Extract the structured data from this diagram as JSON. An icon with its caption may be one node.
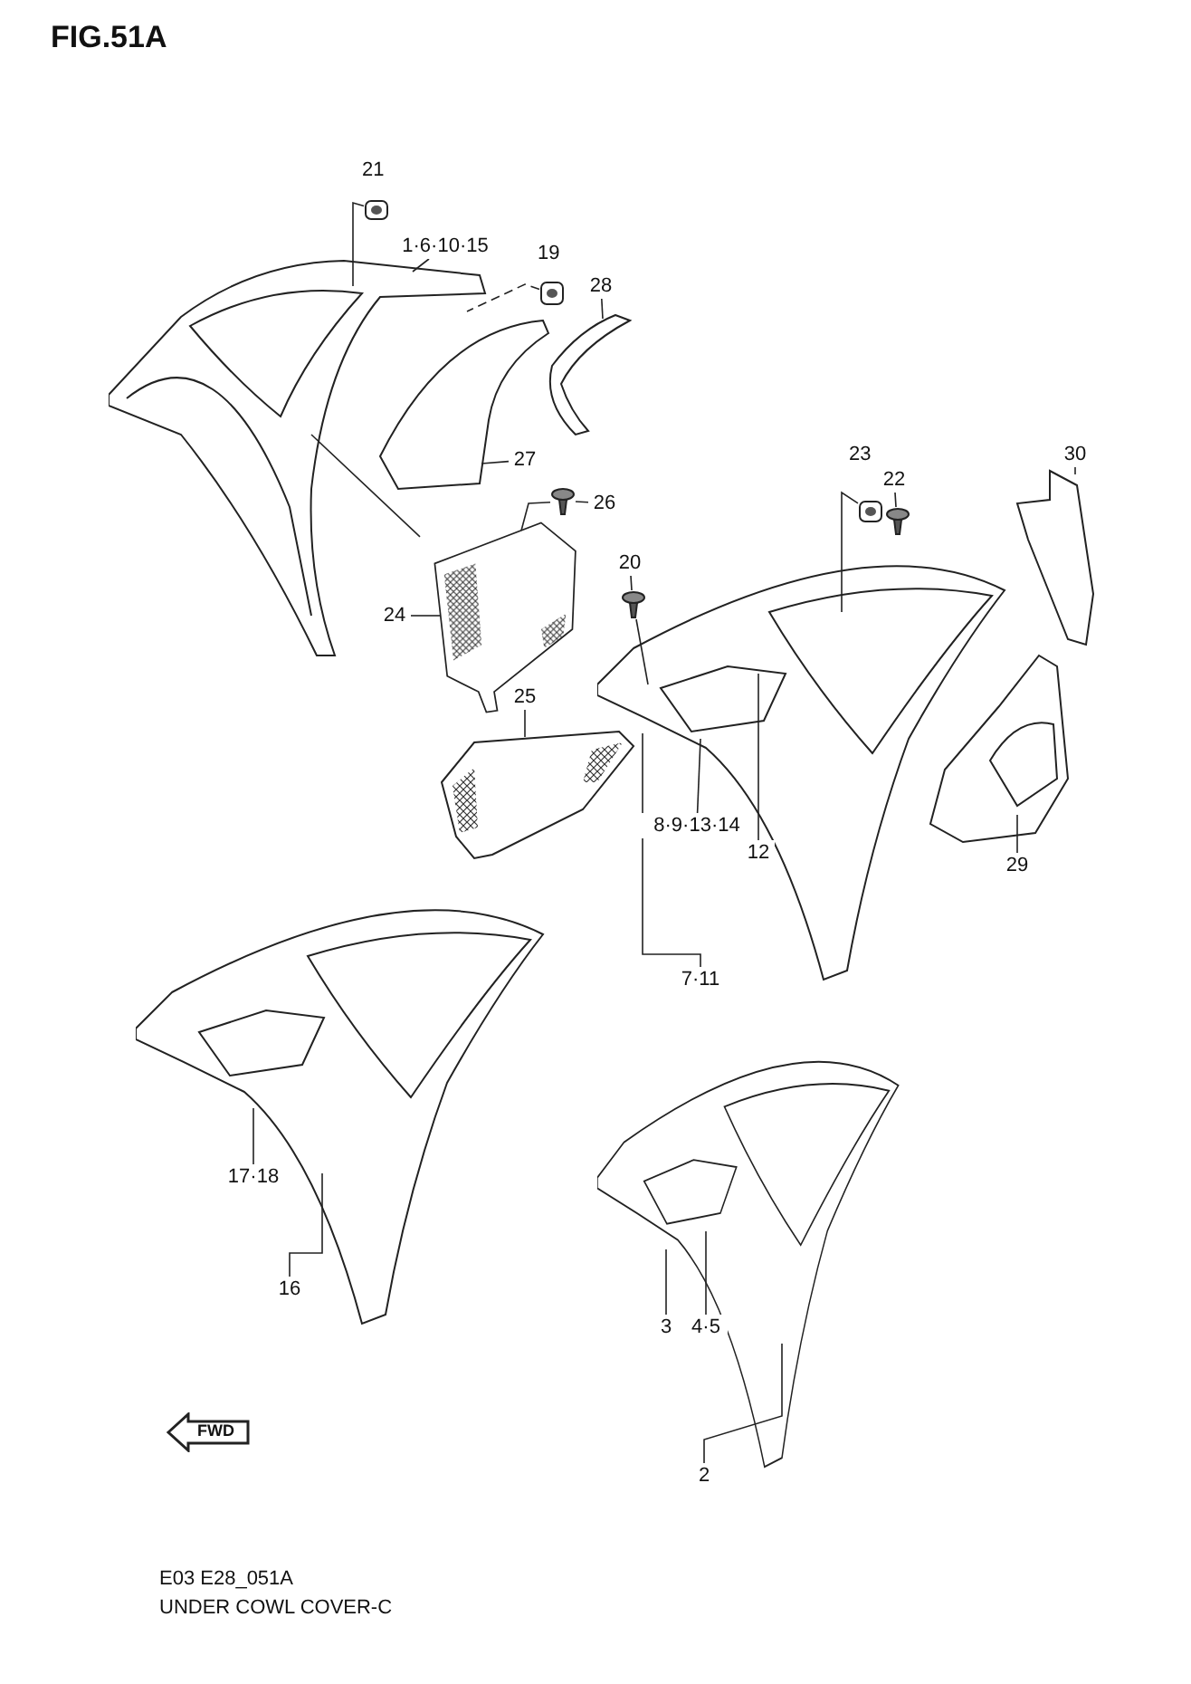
{
  "diagram": {
    "title": "FIG.51A",
    "caption": "UNDER COWL COVER-C",
    "nodes": [
      {
        "text": [
          "1·6·10·15"
        ]
      },
      {
        "text": [
          "28"
        ]
      },
      {
        "text": [
          "27"
        ]
      },
      {
        "text": [
          "26"
        ]
      },
      {
        "text": [
          "24"
        ]
      },
      {
        "text": [
          "20"
        ]
      },
      {
        "text": [
          "22"
        ]
      },
      {
        "text": [
          "30"
        ]
      },
      {
        "text": [
          "25"
        ]
      },
      {
        "text": [
          "8·9·13·14"
        ]
      },
      {
        "text": [
          "12"
        ]
      },
      {
        "text": [
          "29"
        ]
      },
      {
        "text": [
          "7·11"
        ]
      },
      {
        "text": [
          "17·18"
        ]
      },
      {
        "text": [
          "16"
        ]
      },
      {
        "text": [
          "3"
        ]
      },
      {
        "text": [
          "4·5"
        ]
      },
      {
        "text": [
          "2"
        ]
      },
      {
        "text": [],
        "shape": "picture"
      },
      {
        "text": [],
        "shape": "picture"
      },
      {
        "text": [],
        "shape": "picture"
      },
      {
        "text": [],
        "shape": "picture"
      },
      {
        "text": [],
        "shape": "picture"
      },
      {
        "text": [],
        "shape": "picture"
      },
      {
        "text": [],
        "shape": "picture"
      },
      {
        "text": [],
        "shape": "picture"
      },
      {
        "text": [],
        "shape": "picture"
      },
      {
        "text": [],
        "shape": "picture"
      },
      {
        "text": [],
        "shape": "picture"
      },
      {
        "text": [],
        "shape": "picture"
      },
      {
        "text": [],
        "shape": "picture"
      },
      {
        "text": [],
        "shape": "picture"
      },
      {
        "text": [],
        "shape": "picture"
      },
      {
        "text": [],
        "shape": "picture"
      }
    ],
    "edges": [
      {
        "from": 18,
        "to": 19,
        "arrow": "none"
      },
      {
        "from": 0,
        "to": 19,
        "arrow": "none"
      },
      {
        "from": 20,
        "to": 19,
        "arrow": "none",
        "style": "dashed"
      },
      {
        "from": 1,
        "to": 21,
        "arrow": "none"
      },
      {
        "from": 2,
        "to": 22,
        "arrow": "none"
      },
      {
        "from": 3,
        "to": 23,
        "arrow": "none"
      },
      {
        "from": 4,
        "to": 24,
        "arrow": "none"
      },
      {
        "from": 23,
        "to": 24,
        "arrow": "none"
      },
      {
        "from": 24,
        "to": 19,
        "arrow": "none"
      },
      {
        "from": 8,
        "to": 25,
        "arrow": "none"
      },
      {
        "from": 5,
        "to": 26,
        "arrow": "none"
      },
      {
        "from": 26,
        "to": 30,
        "arrow": "none"
      },
      {
        "from": 27,
        "to": 30,
        "arrow": "none"
      },
      {
        "from": 6,
        "to": 28,
        "arrow": "none"
      },
      {
        "from": 7,
        "to": 29,
        "arrow": "none"
      },
      {
        "from": 9,
        "to": 30,
        "arrow": "none"
      },
      {
        "from": 10,
        "to": 30,
        "arrow": "none"
      },
      {
        "from": 11,
        "to": 31,
        "arrow": "none"
      },
      {
        "from": 12,
        "to": 30,
        "arrow": "none"
      },
      {
        "from": 13,
        "to": 32,
        "arrow": "none"
      },
      {
        "from": 14,
        "to": 32,
        "arrow": "none"
      },
      {
        "from": 15,
        "to": 33,
        "arrow": "none"
      },
      {
        "from": 16,
        "to": 33,
        "arrow": "none"
      },
      {
        "from": 17,
        "to": 33,
        "arrow": "none"
      }
    ],
    "labels": [
      "21",
      "19",
      "23",
      "FWD",
      "E03 E28_051A"
    ]
  }
}
